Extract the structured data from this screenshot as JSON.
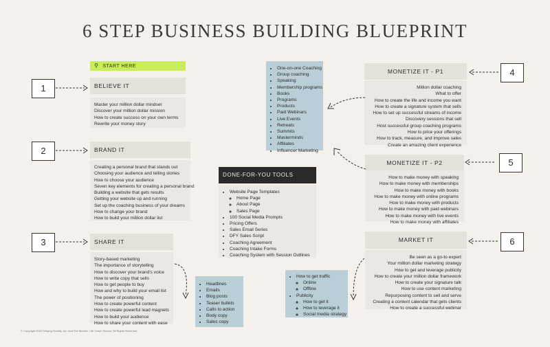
{
  "title": "6 STEP BUSINESS BUILDING BLUEPRINT",
  "start_here": "START HERE",
  "steps": [
    {
      "number": "1",
      "header": "BELIEVE IT",
      "items": [
        "Master your million dollar mindset",
        "Discover your million dollar mission",
        "How to create success on your own terms",
        "Rewrite your money story"
      ]
    },
    {
      "number": "2",
      "header": "BRAND IT",
      "items": [
        "Creating a personal brand that stands out",
        "Choosing your audience and telling stories",
        "How to choose your audience",
        "Seven key elements for creating a personal brand",
        "Building a website that gets results",
        "Getting your website up and running",
        "Set up the coaching business of your dreams",
        "How to change your brand",
        "How to build your million dollar list"
      ]
    },
    {
      "number": "3",
      "header": "SHARE IT",
      "items": [
        "Story-based marketing",
        "The importance of storytelling",
        "How to discover your brand's voice",
        "How to write copy that sells",
        "How to get people to buy",
        "How and why to build your email list",
        "The power of positioning",
        "How to create powerful content",
        "How to create powerful lead magnets",
        "How to build your audience",
        "How to share your content with ease"
      ]
    },
    {
      "number": "4",
      "header": "MONETIZE IT - P1",
      "items": [
        "Million dollar coaching",
        "What to offer",
        "How to create the life and income you want",
        "How to create a signature system that sells",
        "How to set up successful streams of income",
        "Discovery sessions that sell",
        "Host successful group coaching programs",
        "How to price your offerings",
        "How to track, measure, and improve sales",
        "Create an amazing client experience"
      ]
    },
    {
      "number": "5",
      "header": "MONETIZE IT - P2",
      "items": [
        "How to make money with speaking",
        "How to make money with memberships",
        "How to make money with books",
        "How to make money with online programs",
        "How to make money with products",
        "How to make money with paid webinars",
        "How to make money with live events",
        "How to make money with affiliates"
      ]
    },
    {
      "number": "6",
      "header": "MARKET IT",
      "items": [
        "Be seen as a go-to expert",
        "Your million dollar marketing strategy",
        "How to get and leverage publicity",
        "How to create your million dollar framework",
        "How to create your signature talk",
        "How to use content marketing",
        "Repurposing content to sell and serve",
        "Creating a content calendar that gets clients",
        "How to create a successful webinar"
      ]
    }
  ],
  "offers_list": [
    "One-on-one Coaching",
    "Group coaching",
    "Speaking",
    "Membership programs",
    "Books",
    "Programs",
    "Products",
    "Paid Webinars",
    "Live Events",
    "Retreats",
    "Summits",
    "Masterminds",
    "Affiliates",
    "Influencer Marketing"
  ],
  "dfy": {
    "header": "DONE-FOR-YOU TOOLS",
    "items": [
      "Website Page Templates",
      "100 Social Media Prompts",
      "Pricing Offers",
      "Sales Email Series",
      "DFY Sales Script",
      "Coaching Agreement",
      "Coaching Intake Forms",
      "Coaching System with Session Outlines"
    ],
    "subitems": [
      "Home Page",
      "About Page",
      "Sales Page"
    ]
  },
  "copy_list": [
    "Headlines",
    "Emails",
    "Blog posts",
    "Teaser bullets",
    "Calls to action",
    "Body copy",
    "Sales copy"
  ],
  "traffic": {
    "item1": "How to get traffic",
    "item1_sub": [
      "Online",
      "Offline"
    ],
    "item2": "Publicity",
    "item2_sub": [
      "How to get it",
      "How to leverage it",
      "Social media strategy"
    ]
  },
  "copyright": "© Copyright 2020 Defying Gravity, Inc. and The Modern Life Coach School. All Rights Reserved.",
  "colors": {
    "start_bg": "#c9ec5a",
    "header_bg": "#e5e0da",
    "body_bg": "#ebe7e2",
    "blue_bg": "#b9ced6",
    "dark_bg": "#2a2a2a",
    "page_bg": "#f4f1ed"
  }
}
